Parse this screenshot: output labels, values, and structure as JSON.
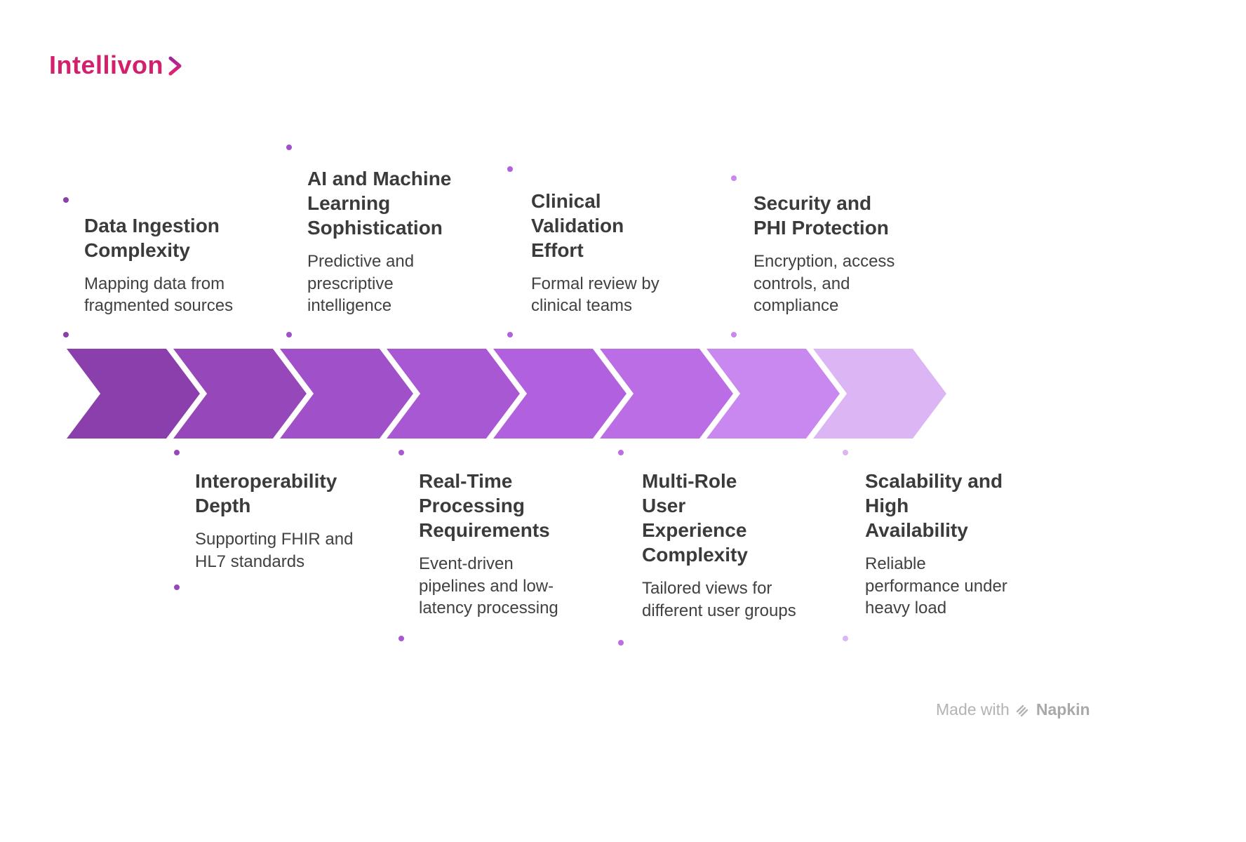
{
  "brand": {
    "name": "Intellivon"
  },
  "steps": [
    {
      "title": "Data Ingestion\nComplexity",
      "desc": "Mapping data from\nfragmented sources",
      "color": "#8a3fad"
    },
    {
      "title": "Interoperability\nDepth",
      "desc": "Supporting FHIR and\nHL7 standards",
      "color": "#9648bb"
    },
    {
      "title": "AI and Machine\nLearning\nSophistication",
      "desc": "Predictive and\nprescriptive\nintelligence",
      "color": "#a050c8"
    },
    {
      "title": "Real-Time\nProcessing\nRequirements",
      "desc": "Event-driven\npipelines and low-\nlatency processing",
      "color": "#a958d3"
    },
    {
      "title": "Clinical\nValidation\nEffort",
      "desc": "Formal review by\nclinical teams",
      "color": "#b161dd"
    },
    {
      "title": "Multi-Role\nUser\nExperience\nComplexity",
      "desc": "Tailored views for\ndifferent user groups",
      "color": "#bb6de6"
    },
    {
      "title": "Security and\nPHI Protection",
      "desc": "Encryption, access\ncontrols, and\ncompliance",
      "color": "#c988ef"
    },
    {
      "title": "Scalability and\nHigh\nAvailability",
      "desc": "Reliable\nperformance under\nheavy load",
      "color": "#dcb5f4"
    }
  ],
  "footer": {
    "made_with": "Made with",
    "brand": "Napkin"
  },
  "accent_colors": {
    "logo": "#d2206d",
    "logo_chevron": "#d2206d",
    "watermark_gray": "#b3b3b3"
  }
}
